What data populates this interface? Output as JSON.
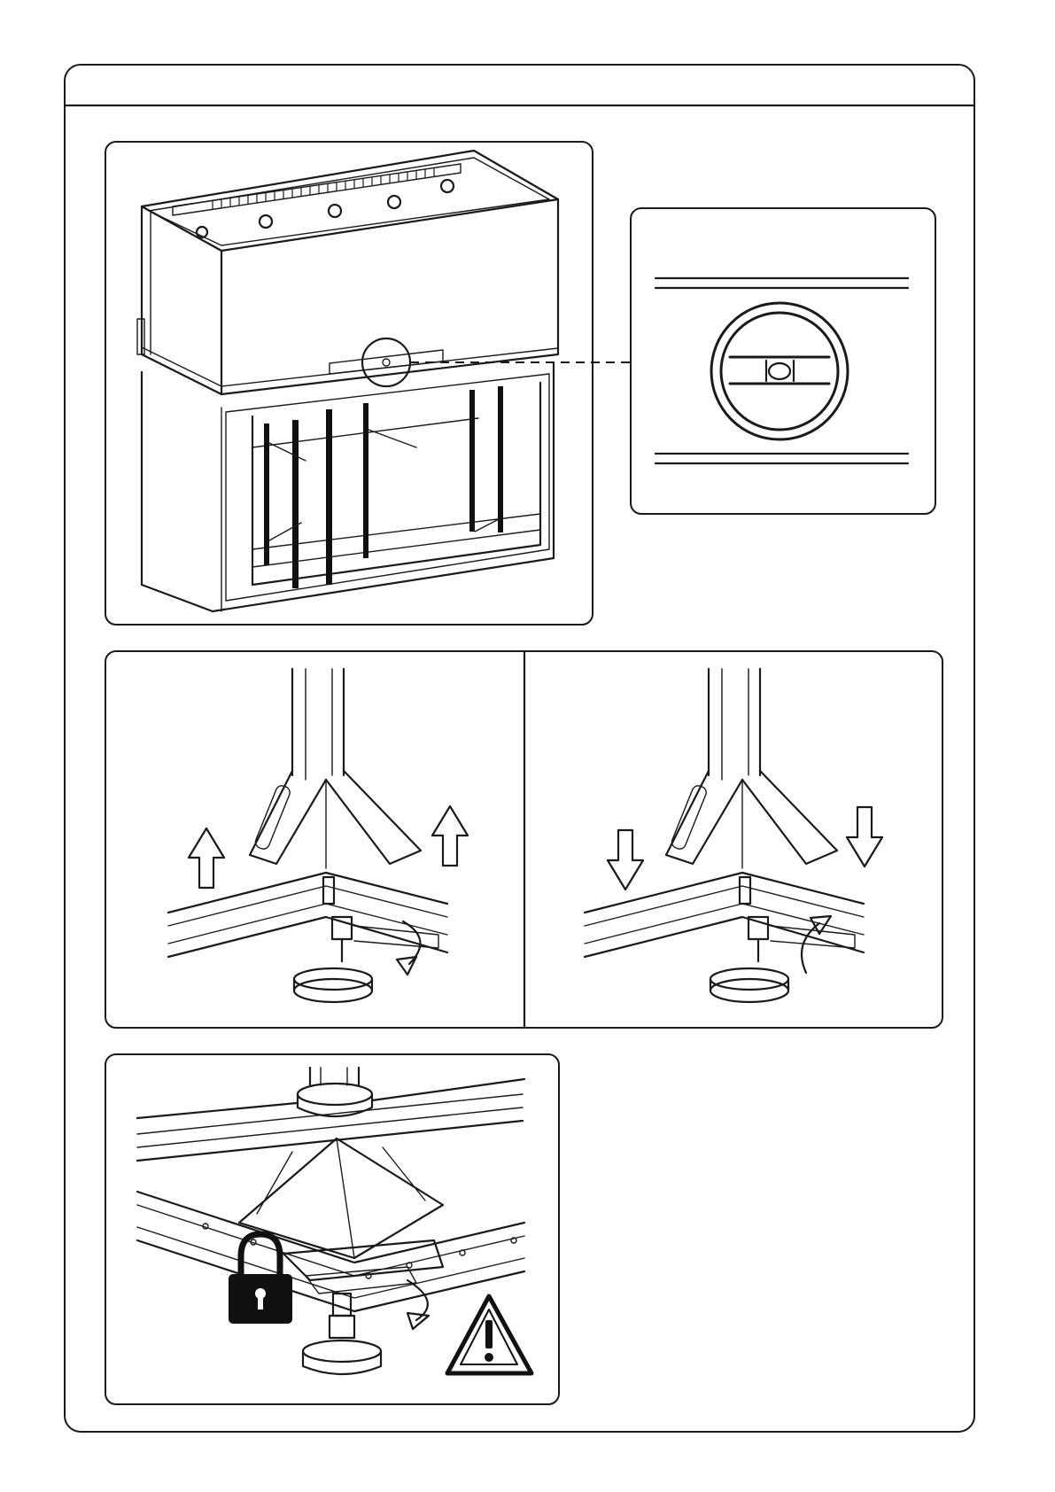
{
  "page": {
    "header": {
      "title": ""
    }
  },
  "panels": {
    "step_aquarium": {
      "icon": "aquarium-cabinet-illustration"
    },
    "spirit_level": {
      "icon": "spirit-level-icon"
    },
    "raise_foot": {
      "icon": "arrow-up-icon",
      "rotation": "clockwise"
    },
    "lower_foot": {
      "icon": "arrow-down-icon",
      "rotation": "counter-clockwise"
    },
    "lock_foot": {
      "icon": "padlock-icon",
      "warning": "warning-triangle-icon"
    }
  },
  "colors": {
    "line": "#1a1a1a",
    "background": "#ffffff"
  }
}
